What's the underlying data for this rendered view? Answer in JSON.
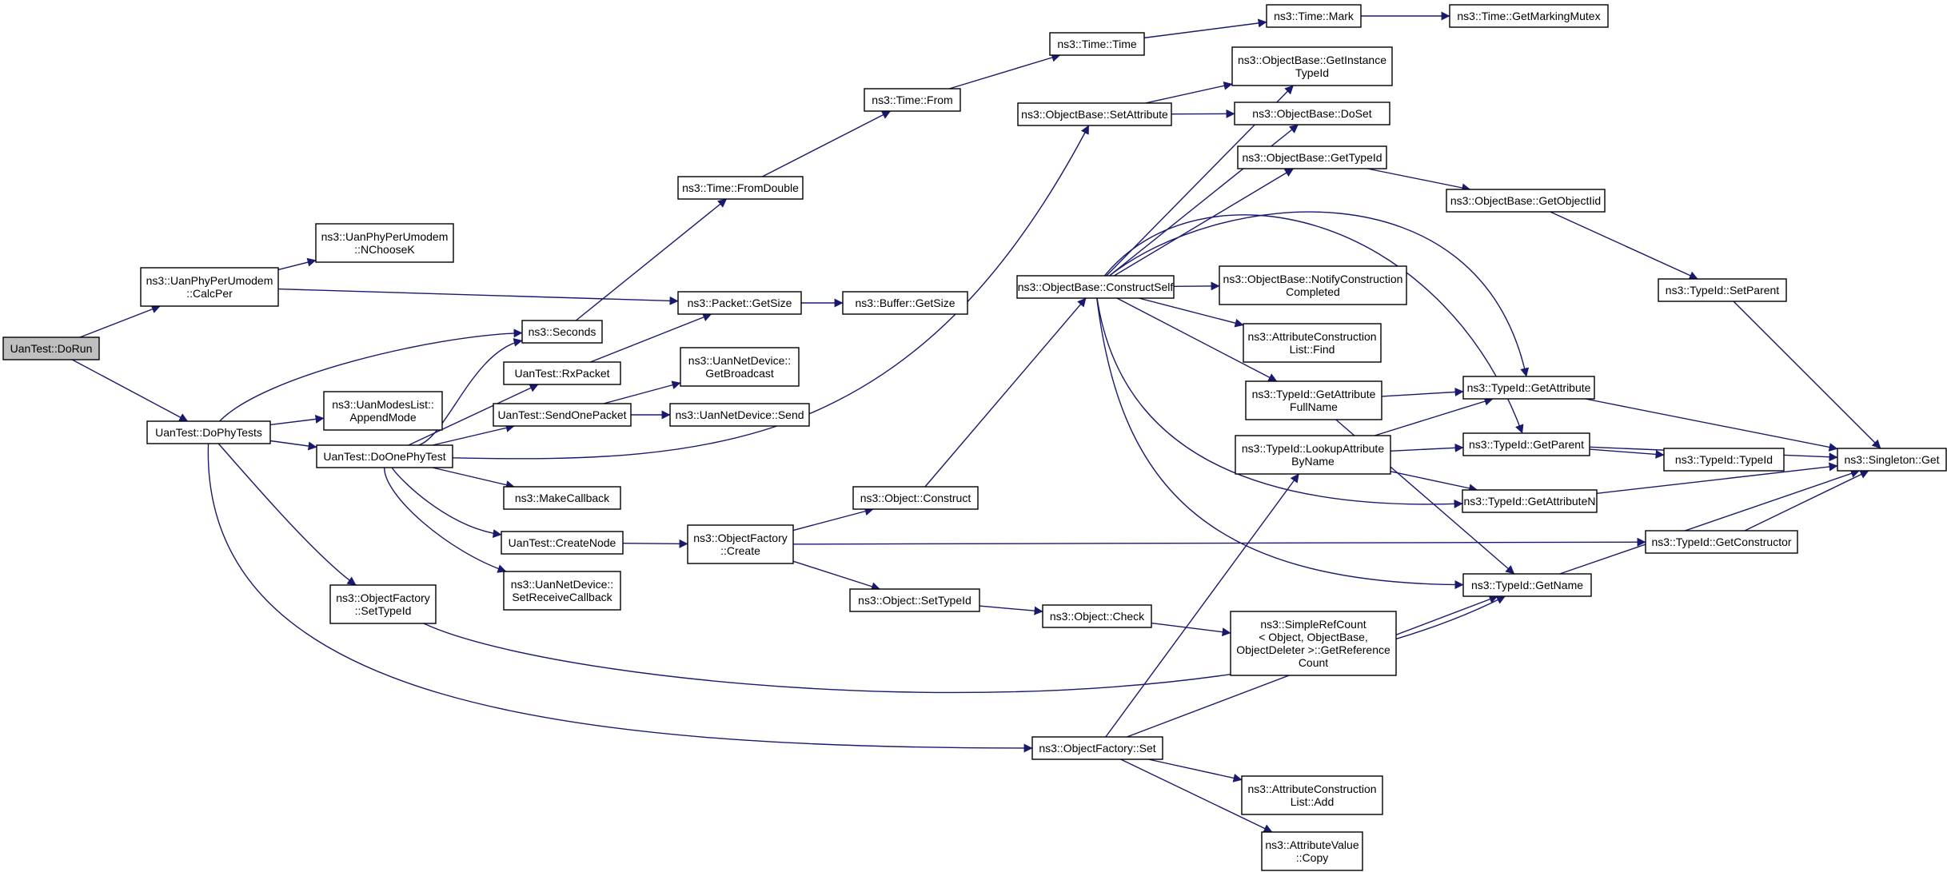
{
  "colors": {
    "edge": "#191970",
    "node_border": "#000000",
    "node_fill": "#ffffff",
    "root_fill": "#bfbfbf",
    "background": "#ffffff"
  },
  "nodes": [
    {
      "id": "dorun",
      "lines": [
        "UanTest::DoRun"
      ],
      "root": true
    },
    {
      "id": "calcper",
      "lines": [
        "ns3::UanPhyPerUmodem",
        "::CalcPer"
      ]
    },
    {
      "id": "nchoosek",
      "lines": [
        "ns3::UanPhyPerUmodem",
        "::NChooseK"
      ]
    },
    {
      "id": "dophytests",
      "lines": [
        "UanTest::DoPhyTests"
      ]
    },
    {
      "id": "seconds",
      "lines": [
        "ns3::Seconds"
      ]
    },
    {
      "id": "appendmode",
      "lines": [
        "ns3::UanModesList::",
        "AppendMode"
      ]
    },
    {
      "id": "doonephytest",
      "lines": [
        "UanTest::DoOnePhyTest"
      ]
    },
    {
      "id": "of_settypeid",
      "lines": [
        "ns3::ObjectFactory",
        "::SetTypeId"
      ]
    },
    {
      "id": "of_set",
      "lines": [
        "ns3::ObjectFactory::Set"
      ]
    },
    {
      "id": "time_fromdouble",
      "lines": [
        "ns3::Time::FromDouble"
      ]
    },
    {
      "id": "time_from",
      "lines": [
        "ns3::Time::From"
      ]
    },
    {
      "id": "time_time",
      "lines": [
        "ns3::Time::Time"
      ]
    },
    {
      "id": "time_mark",
      "lines": [
        "ns3::Time::Mark"
      ]
    },
    {
      "id": "time_getmarkingmutex",
      "lines": [
        "ns3::Time::GetMarkingMutex"
      ]
    },
    {
      "id": "packet_getsize",
      "lines": [
        "ns3::Packet::GetSize"
      ]
    },
    {
      "id": "buffer_getsize",
      "lines": [
        "ns3::Buffer::GetSize"
      ]
    },
    {
      "id": "rxpacket",
      "lines": [
        "UanTest::RxPacket"
      ]
    },
    {
      "id": "sendonepacket",
      "lines": [
        "UanTest::SendOnePacket"
      ]
    },
    {
      "id": "getbroadcast",
      "lines": [
        "ns3::UanNetDevice::",
        "GetBroadcast"
      ]
    },
    {
      "id": "netdev_send",
      "lines": [
        "ns3::UanNetDevice::Send"
      ]
    },
    {
      "id": "makecallback",
      "lines": [
        "ns3::MakeCallback"
      ]
    },
    {
      "id": "createnode",
      "lines": [
        "UanTest::CreateNode"
      ]
    },
    {
      "id": "setreceivecallback",
      "lines": [
        "ns3::UanNetDevice::",
        "SetReceiveCallback"
      ]
    },
    {
      "id": "of_create",
      "lines": [
        "ns3::ObjectFactory",
        "::Create"
      ]
    },
    {
      "id": "obj_construct",
      "lines": [
        "ns3::Object::Construct"
      ]
    },
    {
      "id": "obj_settypeid",
      "lines": [
        "ns3::Object::SetTypeId"
      ]
    },
    {
      "id": "obj_check",
      "lines": [
        "ns3::Object::Check"
      ]
    },
    {
      "id": "simplerefcount",
      "lines": [
        "ns3::SimpleRefCount",
        "< Object, ObjectBase,",
        "ObjectDeleter >::GetReference",
        "Count"
      ]
    },
    {
      "id": "ob_setattribute",
      "lines": [
        "ns3::ObjectBase::SetAttribute"
      ]
    },
    {
      "id": "ob_constructself",
      "lines": [
        "ns3::ObjectBase::ConstructSelf"
      ]
    },
    {
      "id": "ob_getinstancetypeid",
      "lines": [
        "ns3::ObjectBase::GetInstance",
        "TypeId"
      ]
    },
    {
      "id": "ob_doset",
      "lines": [
        "ns3::ObjectBase::DoSet"
      ]
    },
    {
      "id": "ob_gettypeid",
      "lines": [
        "ns3::ObjectBase::GetTypeId"
      ]
    },
    {
      "id": "ob_notifyconstruction",
      "lines": [
        "ns3::ObjectBase::NotifyConstruction",
        "Completed"
      ]
    },
    {
      "id": "acl_find",
      "lines": [
        "ns3::AttributeConstruction",
        "List::Find"
      ]
    },
    {
      "id": "tid_getattributefullname",
      "lines": [
        "ns3::TypeId::GetAttribute",
        "FullName"
      ]
    },
    {
      "id": "tid_lookupattributebyname",
      "lines": [
        "ns3::TypeId::LookupAttribute",
        "ByName"
      ]
    },
    {
      "id": "acl_add",
      "lines": [
        "ns3::AttributeConstruction",
        "List::Add"
      ]
    },
    {
      "id": "attrvalue_copy",
      "lines": [
        "ns3::AttributeValue",
        "::Copy"
      ]
    },
    {
      "id": "ob_getobjectiid",
      "lines": [
        "ns3::ObjectBase::GetObjectIid"
      ]
    },
    {
      "id": "tid_setparent",
      "lines": [
        "ns3::TypeId::SetParent"
      ]
    },
    {
      "id": "tid_getattribute",
      "lines": [
        "ns3::TypeId::GetAttribute"
      ]
    },
    {
      "id": "tid_getparent",
      "lines": [
        "ns3::TypeId::GetParent"
      ]
    },
    {
      "id": "tid_typeid",
      "lines": [
        "ns3::TypeId::TypeId"
      ]
    },
    {
      "id": "tid_getattributen",
      "lines": [
        "ns3::TypeId::GetAttributeN"
      ]
    },
    {
      "id": "tid_getconstructor",
      "lines": [
        "ns3::TypeId::GetConstructor"
      ]
    },
    {
      "id": "tid_getname",
      "lines": [
        "ns3::TypeId::GetName"
      ]
    },
    {
      "id": "singleton_get",
      "lines": [
        "ns3::Singleton::Get"
      ]
    }
  ],
  "edges": [
    [
      "dorun",
      "calcper"
    ],
    [
      "dorun",
      "dophytests"
    ],
    [
      "calcper",
      "nchoosek"
    ],
    [
      "calcper",
      "packet_getsize"
    ],
    [
      "dophytests",
      "seconds"
    ],
    [
      "dophytests",
      "appendmode"
    ],
    [
      "dophytests",
      "doonephytest"
    ],
    [
      "dophytests",
      "of_settypeid"
    ],
    [
      "dophytests",
      "of_set"
    ],
    [
      "seconds",
      "time_fromdouble"
    ],
    [
      "time_fromdouble",
      "time_from"
    ],
    [
      "time_from",
      "time_time"
    ],
    [
      "time_time",
      "time_mark"
    ],
    [
      "time_mark",
      "time_getmarkingmutex"
    ],
    [
      "packet_getsize",
      "buffer_getsize"
    ],
    [
      "doonephytest",
      "seconds"
    ],
    [
      "doonephytest",
      "rxpacket"
    ],
    [
      "doonephytest",
      "sendonepacket"
    ],
    [
      "doonephytest",
      "makecallback"
    ],
    [
      "doonephytest",
      "createnode"
    ],
    [
      "doonephytest",
      "setreceivecallback"
    ],
    [
      "doonephytest",
      "ob_setattribute"
    ],
    [
      "rxpacket",
      "packet_getsize"
    ],
    [
      "sendonepacket",
      "getbroadcast"
    ],
    [
      "sendonepacket",
      "netdev_send"
    ],
    [
      "createnode",
      "of_create"
    ],
    [
      "of_create",
      "obj_construct"
    ],
    [
      "of_create",
      "obj_settypeid"
    ],
    [
      "of_create",
      "tid_getconstructor"
    ],
    [
      "obj_construct",
      "ob_constructself"
    ],
    [
      "obj_settypeid",
      "obj_check"
    ],
    [
      "obj_check",
      "simplerefcount"
    ],
    [
      "of_settypeid",
      "tid_getname"
    ],
    [
      "of_set",
      "tid_lookupattributebyname"
    ],
    [
      "of_set",
      "tid_getname"
    ],
    [
      "of_set",
      "acl_add"
    ],
    [
      "of_set",
      "attrvalue_copy"
    ],
    [
      "ob_setattribute",
      "ob_getinstancetypeid"
    ],
    [
      "ob_setattribute",
      "ob_doset"
    ],
    [
      "ob_constructself",
      "ob_getinstancetypeid"
    ],
    [
      "ob_constructself",
      "ob_doset"
    ],
    [
      "ob_constructself",
      "ob_gettypeid"
    ],
    [
      "ob_constructself",
      "ob_notifyconstruction"
    ],
    [
      "ob_constructself",
      "acl_find"
    ],
    [
      "ob_constructself",
      "tid_getattributefullname"
    ],
    [
      "ob_constructself",
      "tid_getattribute"
    ],
    [
      "ob_constructself",
      "tid_getparent"
    ],
    [
      "ob_constructself",
      "tid_getattributen"
    ],
    [
      "ob_constructself",
      "tid_getname"
    ],
    [
      "ob_gettypeid",
      "ob_getobjectiid"
    ],
    [
      "ob_getobjectiid",
      "tid_setparent"
    ],
    [
      "tid_setparent",
      "singleton_get"
    ],
    [
      "tid_getattributefullname",
      "tid_getattribute"
    ],
    [
      "tid_getattributefullname",
      "tid_getname"
    ],
    [
      "tid_lookupattributebyname",
      "tid_getattribute"
    ],
    [
      "tid_lookupattributebyname",
      "tid_getparent"
    ],
    [
      "tid_lookupattributebyname",
      "tid_getattributen"
    ],
    [
      "tid_getattribute",
      "singleton_get"
    ],
    [
      "tid_getparent",
      "singleton_get"
    ],
    [
      "tid_getparent",
      "tid_typeid"
    ],
    [
      "tid_getattributen",
      "singleton_get"
    ],
    [
      "tid_getconstructor",
      "singleton_get"
    ],
    [
      "tid_getname",
      "singleton_get"
    ]
  ]
}
